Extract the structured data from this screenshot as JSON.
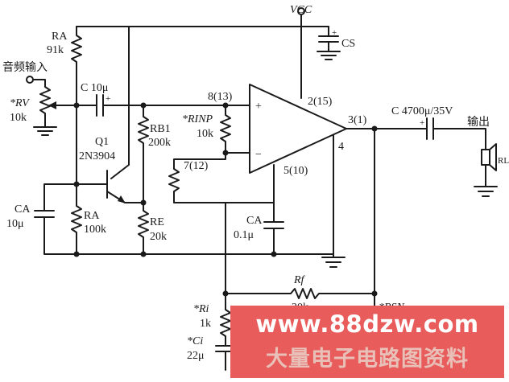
{
  "labels": {
    "vcc": "VCC",
    "cs": "CS",
    "ra_top_name": "RA",
    "ra_top_value": "91k",
    "audio_in": "音频输入",
    "rv_name": "*RV",
    "rv_value": "10k",
    "c_in": "C 10μ",
    "c_in_plus": "+",
    "pin8": "8(13)",
    "pin2": "2(15)",
    "pin3": "3(1)",
    "pin4": "4",
    "pin5": "5(10)",
    "pin7": "7(12)",
    "op_plus": "+",
    "op_minus": "−",
    "c_out": "C 4700μ/35V",
    "c_out_plus": "+",
    "output": "输出",
    "rl_name": "RL",
    "q1_name": "Q1",
    "q1_part": "2N3904",
    "rb1_name": "RB1",
    "rb1_value": "200k",
    "rinp_name": "*RINP",
    "rinp_value": "10k",
    "ca_left_name": "CA",
    "ca_left_value": "10μ",
    "ra_bot_name": "RA",
    "ra_bot_value": "100k",
    "re_name": "RE",
    "re_value": "20k",
    "ca_mid_name": "CA",
    "ca_mid_value": "0.1μ",
    "rf_name": "Rf",
    "rf_value": "20k",
    "ri_name": "*Ri",
    "ri_value": "1k",
    "ci_name": "*Ci",
    "ci_value": "22μ",
    "rsn_name": "*RSN"
  },
  "watermark": {
    "url": "www.88dzw.com",
    "chinese": "大量电子电路图资料"
  },
  "colors": {
    "ink": "#1a1a1a",
    "banner": "#e85c5c",
    "banner_text": "#ffffff"
  }
}
